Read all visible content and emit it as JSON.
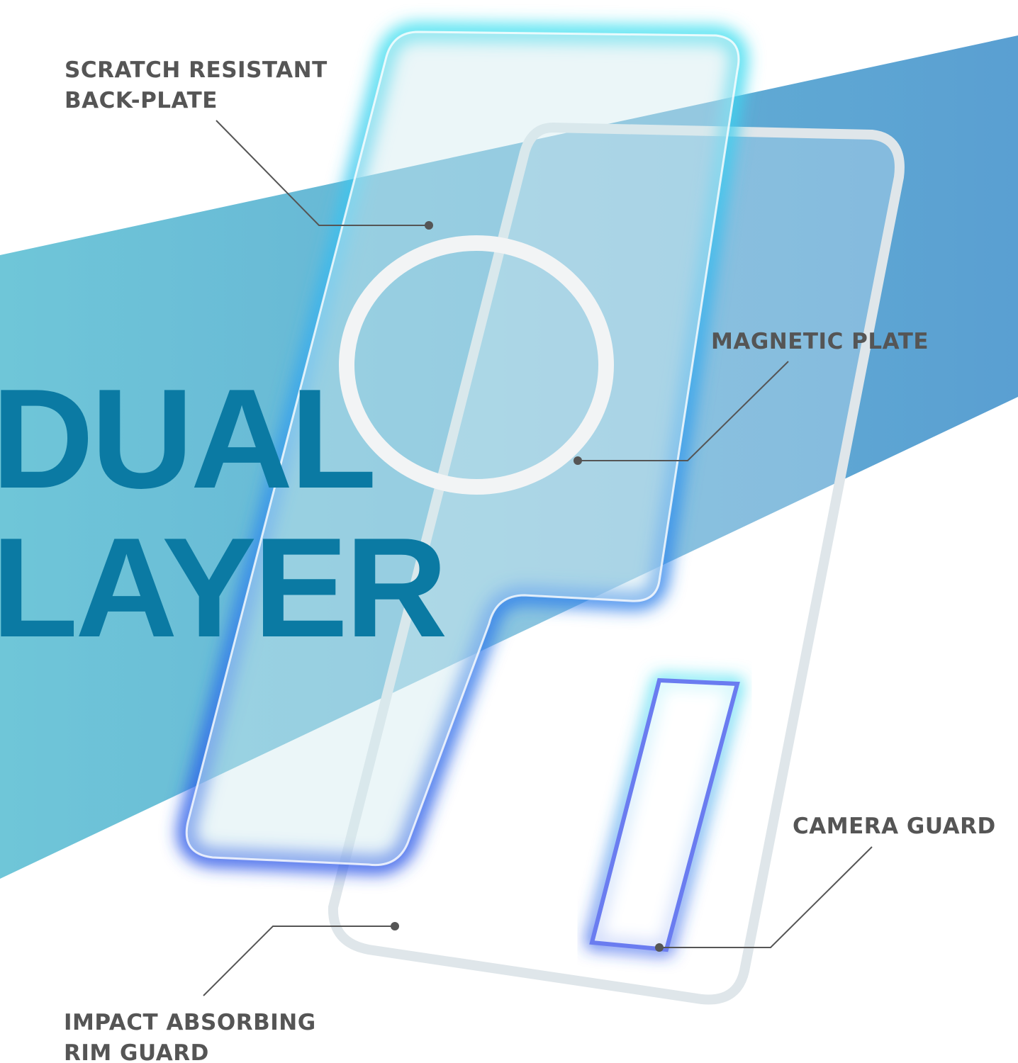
{
  "headline": {
    "line1": "DUAL",
    "line2": "LAYER"
  },
  "callouts": {
    "backplate": {
      "line1": "SCRATCH RESISTANT",
      "line2": "BACK-PLATE"
    },
    "magnetic": {
      "line1": "MAGNETIC PLATE"
    },
    "camera": {
      "line1": "CAMERA GUARD"
    },
    "rim": {
      "line1": "IMPACT ABSORBING",
      "line2": "RIM GUARD"
    }
  },
  "colors": {
    "band_left": "#6fc6d8",
    "band_right": "#5a9fd2",
    "headline": "#0b7aa3",
    "glow": "#3fe0f0",
    "glow_bottom": "#2a55e8",
    "label": "#555555"
  }
}
